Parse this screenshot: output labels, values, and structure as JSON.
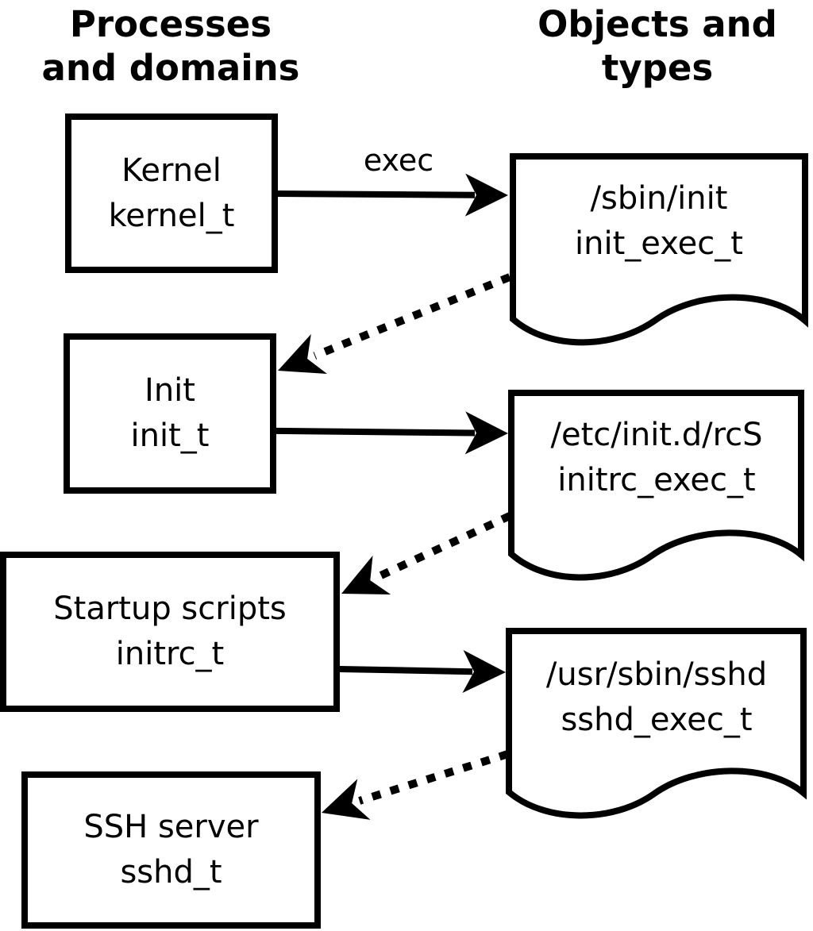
{
  "diagram": {
    "left_header": {
      "line1": "Processes",
      "line2": "and domains"
    },
    "right_header": {
      "line1": "Objects and",
      "line2": "types"
    },
    "edge_label": "exec",
    "processes": [
      {
        "name": "Kernel",
        "type": "kernel_t"
      },
      {
        "name": "Init",
        "type": "init_t"
      },
      {
        "name": "Startup scripts",
        "type": "initrc_t"
      },
      {
        "name": "SSH server",
        "type": "sshd_t"
      }
    ],
    "objects": [
      {
        "path": "/sbin/init",
        "type": "init_exec_t"
      },
      {
        "path": "/etc/init.d/rcS",
        "type": "initrc_exec_t"
      },
      {
        "path": "/usr/sbin/sshd",
        "type": "sshd_exec_t"
      }
    ],
    "edges": {
      "solid_exec_arrows": [
        {
          "from": "kernel_t",
          "to": "init_exec_t",
          "label": "exec"
        },
        {
          "from": "init_t",
          "to": "initrc_exec_t",
          "label": ""
        },
        {
          "from": "initrc_t",
          "to": "sshd_exec_t",
          "label": ""
        }
      ],
      "dotted_transition_arrows": [
        {
          "from": "init_exec_t",
          "to": "init_t"
        },
        {
          "from": "initrc_exec_t",
          "to": "initrc_t"
        },
        {
          "from": "sshd_exec_t",
          "to": "sshd_t"
        }
      ]
    },
    "colors": {
      "stroke": "#000000",
      "background": "#ffffff"
    }
  }
}
